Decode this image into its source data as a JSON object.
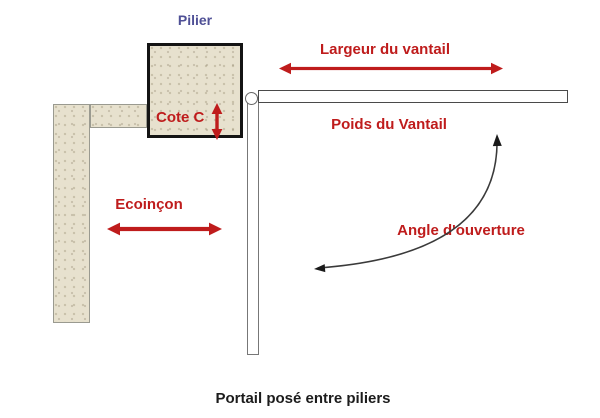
{
  "diagram": {
    "pillar_label": "Pilier",
    "leaf_width_label": "Largeur du vantail",
    "leaf_weight_label": "Poids du Vantail",
    "cote_c_label": "Cote C",
    "ecoincon_label": "Ecoinçon",
    "opening_angle_label": "Angle d'ouverture",
    "caption": "Portail posé entre piliers"
  },
  "colors": {
    "annotation_red": "#bf1c1c",
    "pillar_label_blue": "#4f5096",
    "masonry_beige": "#e7e1ce",
    "caption_black": "#1c1c1c",
    "outline_black": "#141414"
  }
}
